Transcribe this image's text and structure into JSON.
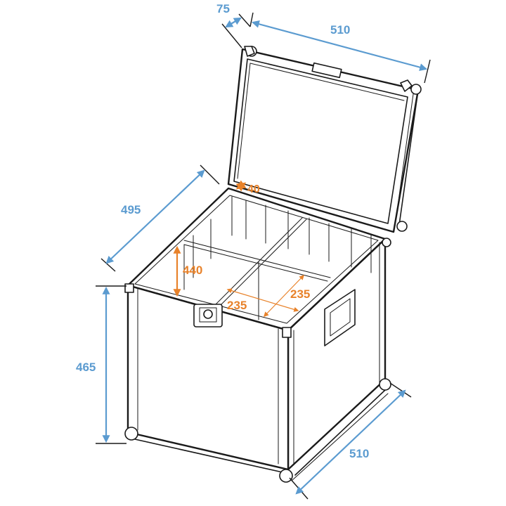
{
  "diagram": {
    "subject": "Flight case with open lid and 4-compartment divider",
    "colors": {
      "outline": "#1a1a1a",
      "outer_dimension": "#5b9bd0",
      "inner_dimension": "#e8822a",
      "background": "#ffffff"
    },
    "outer_dimensions": {
      "lid_depth": "75",
      "lid_width": "510",
      "depth": "495",
      "height": "465",
      "width": "510"
    },
    "inner_dimensions": {
      "lid_inner": "40",
      "inner_height": "440",
      "compartment_width": "235",
      "compartment_depth": "235"
    }
  }
}
